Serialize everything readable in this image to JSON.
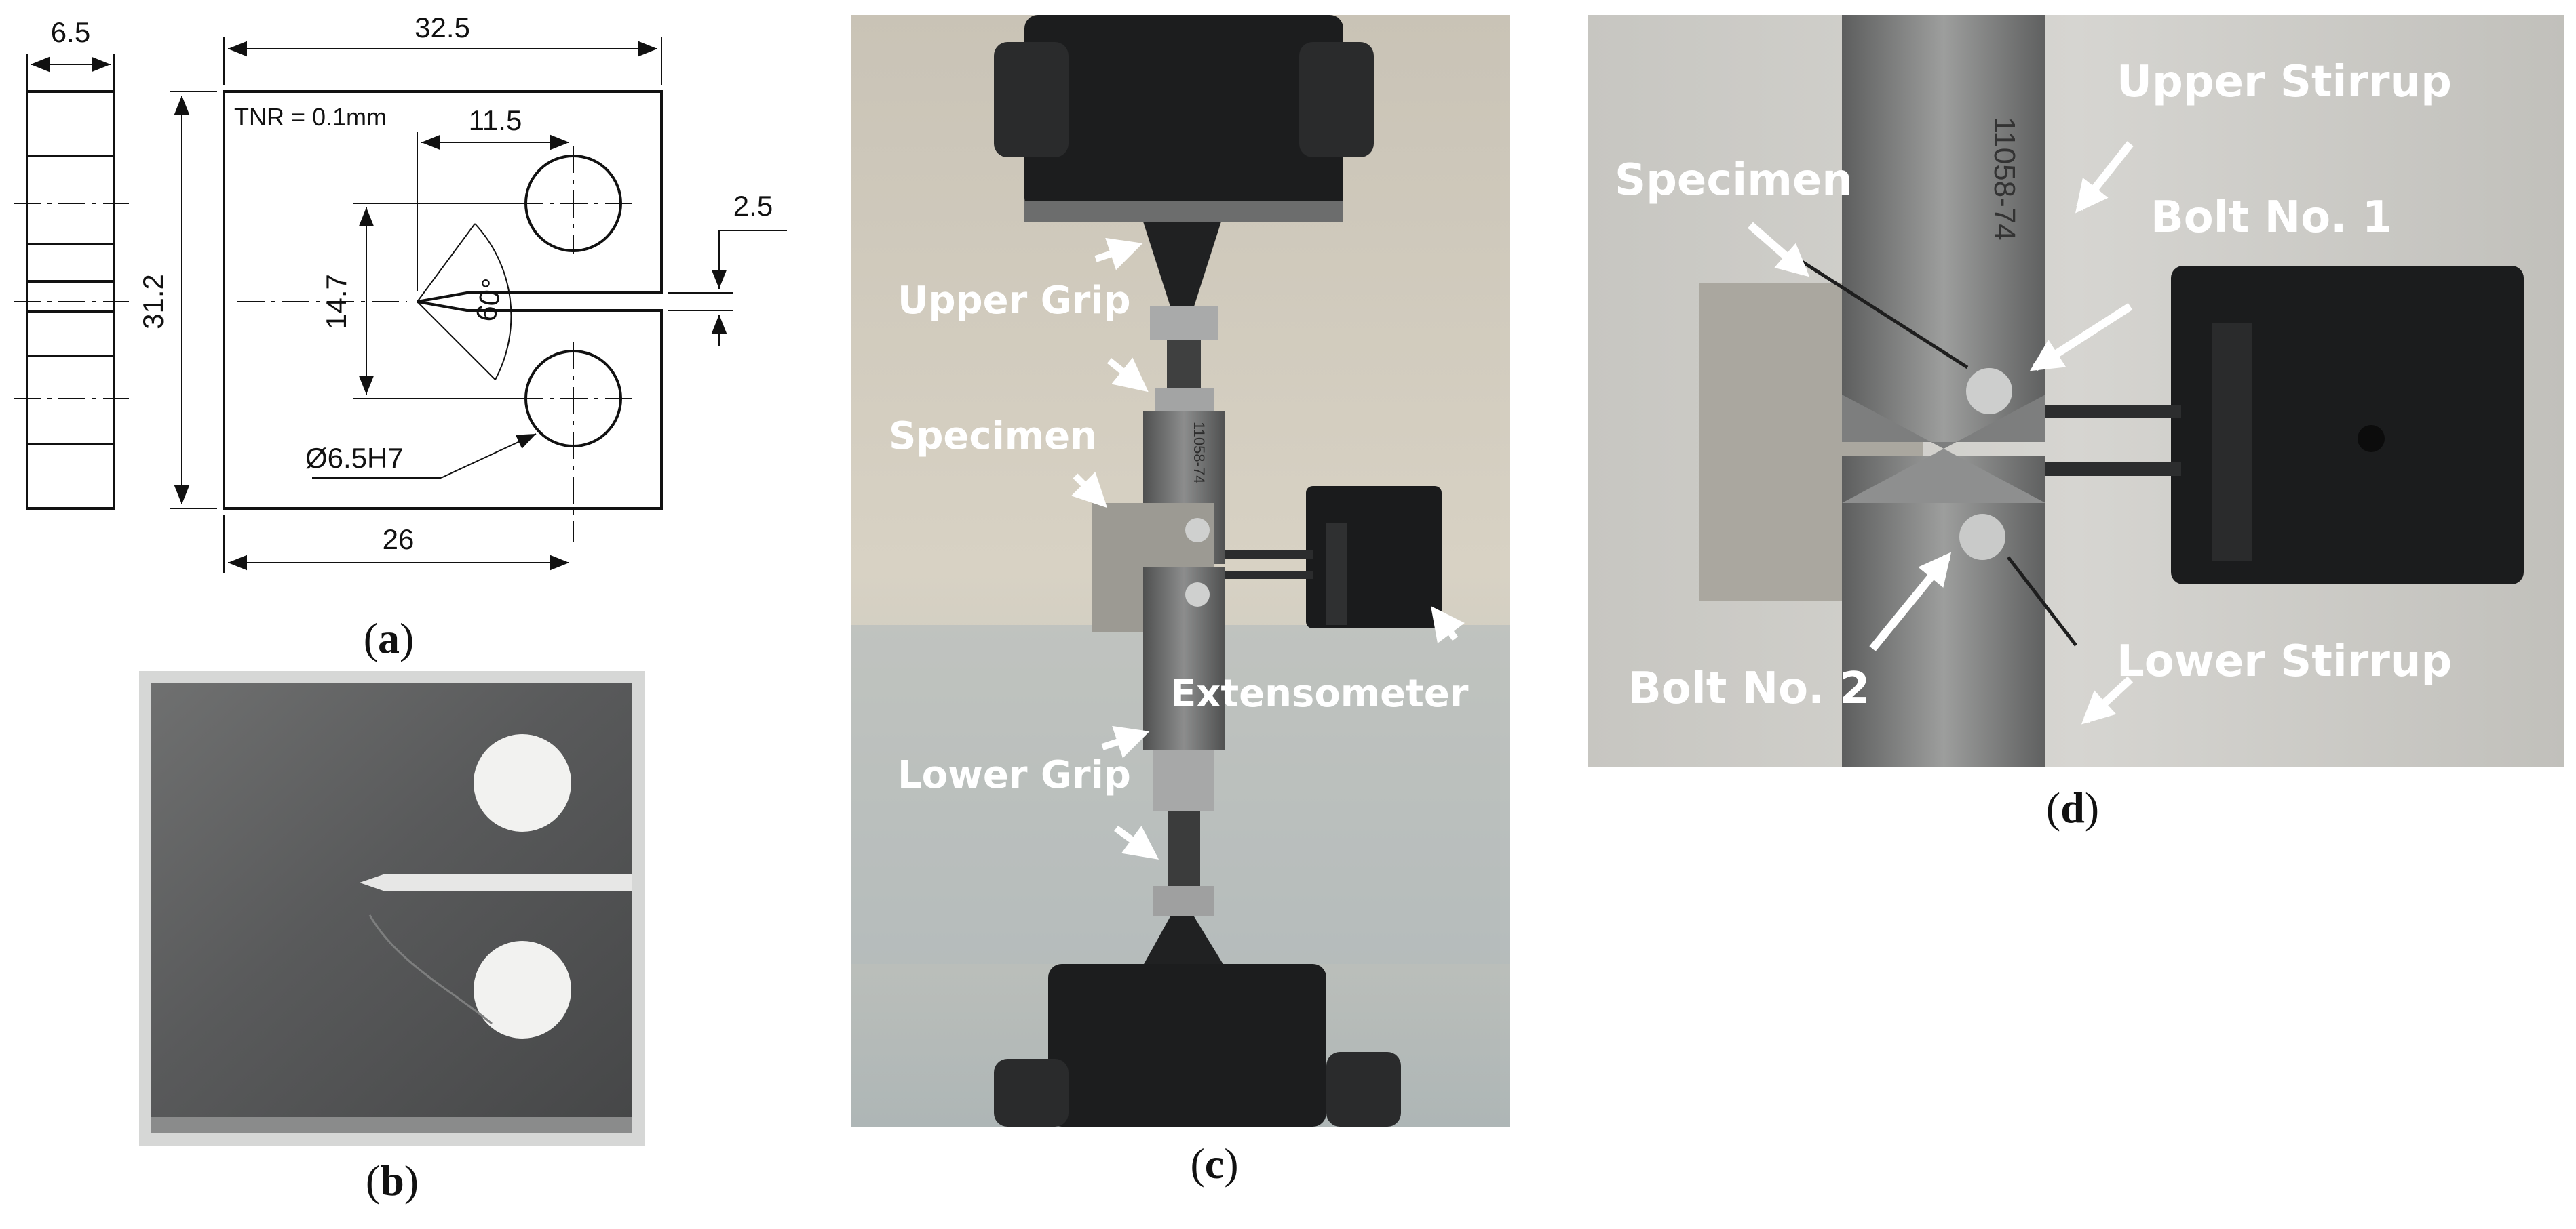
{
  "figure": {
    "panel_a": {
      "caption": "a",
      "dims": {
        "thickness": "6.5",
        "width": "32.5",
        "height": "31.2",
        "hole_offset": "11.5",
        "slot_width": "2.5",
        "hole_spacing": "14.7",
        "notch_angle": "60°",
        "hole_diameter": "Ø6.5H7",
        "load_line": "26",
        "tnr": "TNR = 0.1mm"
      }
    },
    "panel_b": {
      "caption": "b"
    },
    "panel_c": {
      "caption": "c",
      "labels": {
        "upper_grip": "Upper Grip",
        "specimen": "Specimen",
        "extensometer": "Extensometer",
        "lower_grip": "Lower Grip",
        "marking": "11058-74"
      }
    },
    "panel_d": {
      "caption": "d",
      "labels": {
        "upper_stirrup": "Upper Stirrup",
        "specimen": "Specimen",
        "bolt_1": "Bolt No. 1",
        "bolt_2": "Bolt No. 2",
        "lower_stirrup": "Lower Stirrup",
        "marking": "11058-74"
      }
    }
  }
}
